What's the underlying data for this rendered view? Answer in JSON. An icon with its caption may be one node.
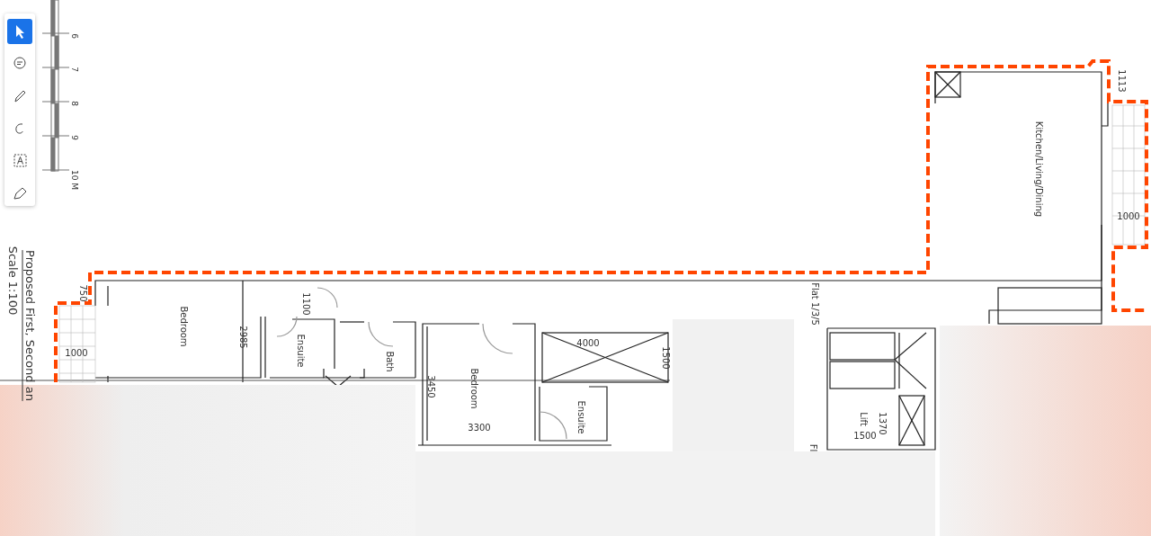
{
  "diagram": {
    "labels": [
      "6",
      "7",
      "8",
      "9",
      "10 M",
      "Proposed First, Second an",
      "Scale 1:100",
      "750",
      "Bedroom",
      "2985",
      "1100",
      "Ensuite",
      "Bath",
      "1000",
      "3450",
      "Bedroom",
      "4000",
      "1500",
      "3300",
      "Ensuite",
      "Flat 1/3/5",
      "1370",
      "Lift",
      "1500",
      "Fl",
      "1113",
      "Kitchen/Living/Dining",
      "1000"
    ]
  }
}
